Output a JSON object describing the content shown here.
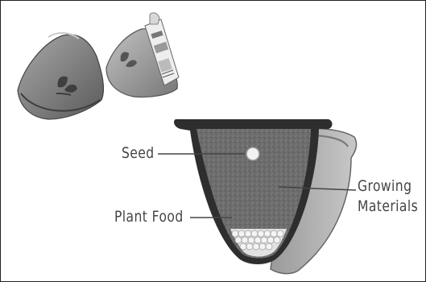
{
  "diagram": {
    "labels": {
      "seed": "Seed",
      "growing_line1": "Growing",
      "growing_line2": "Materials",
      "plant_food": "Plant Food"
    },
    "colors": {
      "pod_dark": "#5e5e5e",
      "pod_mid": "#8a8a8a",
      "pod_light": "#b5b5b5",
      "soil": "#6f6f6f",
      "label_text": "#444444"
    }
  }
}
